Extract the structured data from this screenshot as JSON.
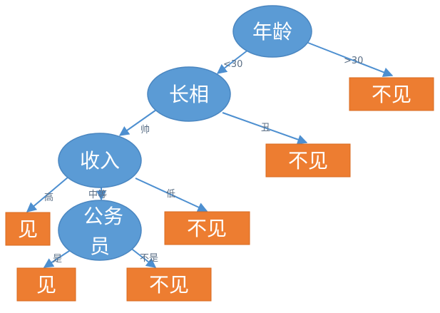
{
  "colors": {
    "decision_fill": "#5b9bd5",
    "decision_stroke": "#4a86c0",
    "leaf_fill": "#ed7d31",
    "leaf_stroke": "#d86a20",
    "edge": "#4d8fd0",
    "edge_label": "#5b6f86"
  },
  "nodes": {
    "age": "年龄",
    "looks": "长相",
    "income": "收入",
    "civil_servant_line1": "公务",
    "civil_servant_line2": "员",
    "leaf_gt30": "不见",
    "leaf_ugly": "不见",
    "leaf_high": "见",
    "leaf_low": "不见",
    "leaf_yes": "见",
    "leaf_no": "不见"
  },
  "edges": {
    "lt30": "<30",
    "gt30": ">30",
    "handsome": "帅",
    "ugly": "丑",
    "high": "高",
    "medium": "中等",
    "low": "低",
    "yes": "是",
    "no": "不是"
  }
}
